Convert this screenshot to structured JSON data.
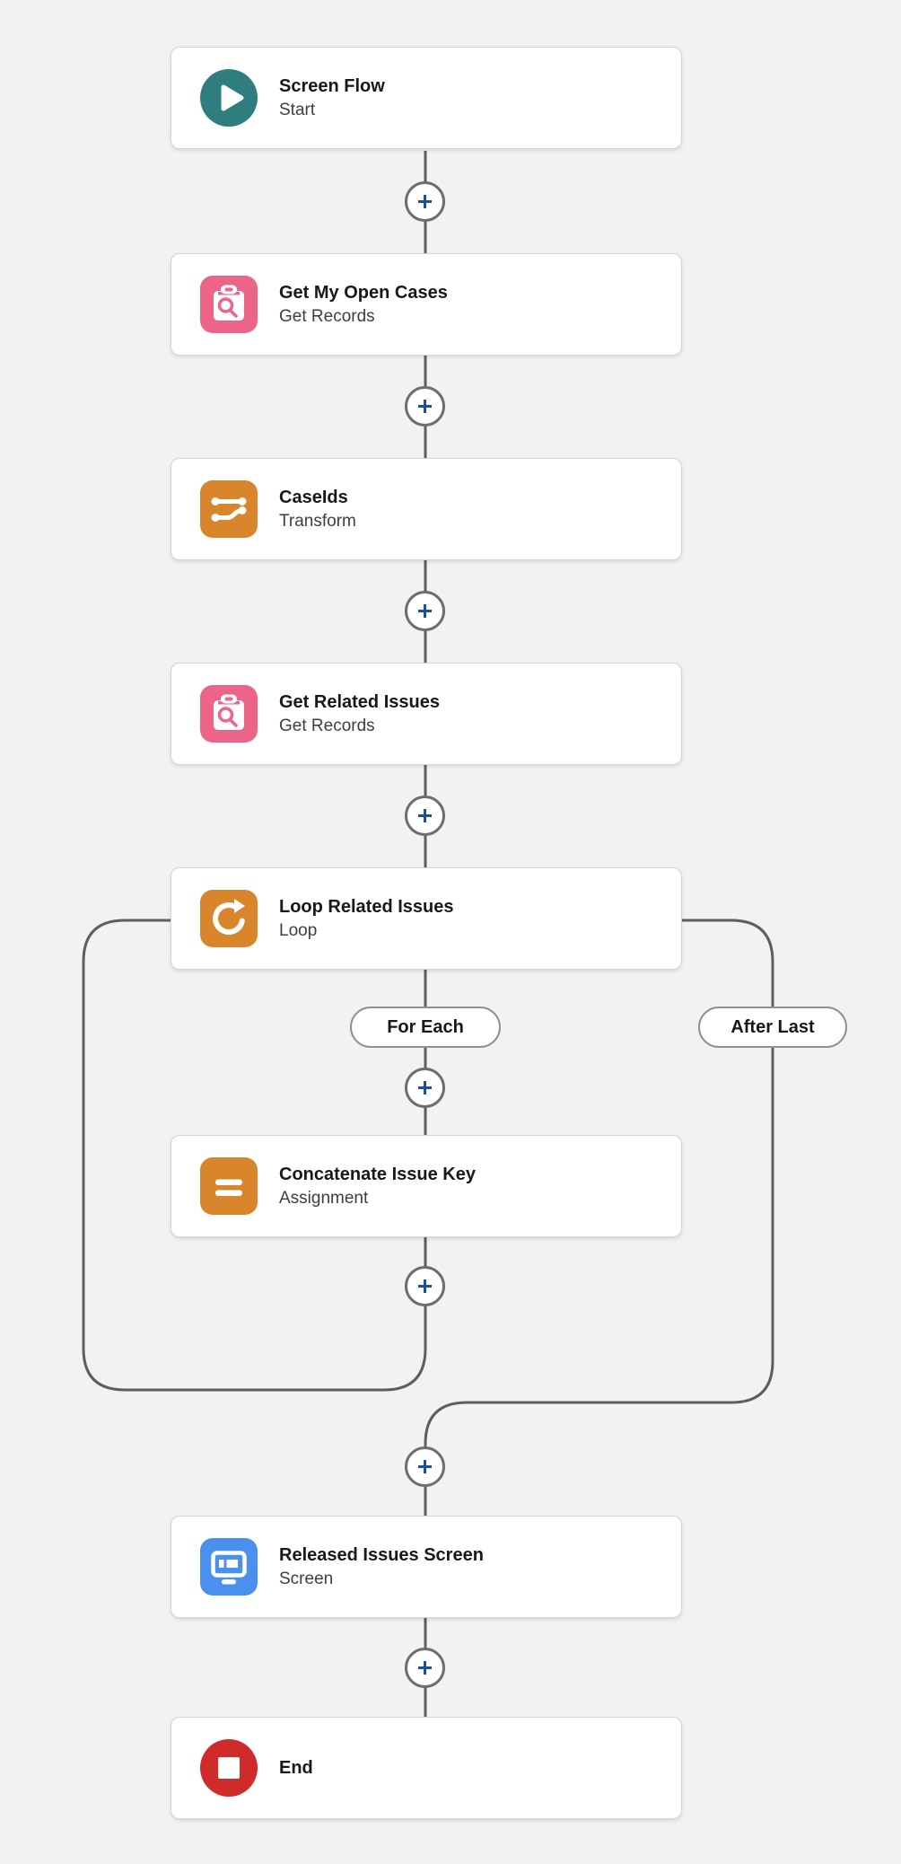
{
  "canvas": {
    "background_color": "#f2f2f1",
    "connector_color": "#5e5e5e",
    "plus_glyph_color": "#1b5297",
    "plus_ring_color": "#6e6e6e"
  },
  "nodes": [
    {
      "title": "Screen Flow",
      "subtitle": "Start",
      "icon": "play-icon",
      "color": "#2e7e80"
    },
    {
      "title": "Get My Open Cases",
      "subtitle": "Get Records",
      "icon": "record-lookup-icon",
      "color": "#ec6488"
    },
    {
      "title": "CaseIds",
      "subtitle": "Transform",
      "icon": "transform-icon",
      "color": "#d8852b"
    },
    {
      "title": "Get Related Issues",
      "subtitle": "Get Records",
      "icon": "record-lookup-icon",
      "color": "#ec6488"
    },
    {
      "title": "Loop Related Issues",
      "subtitle": "Loop",
      "icon": "loop-icon",
      "color": "#d8852b"
    },
    {
      "title": "Concatenate Issue Key",
      "subtitle": "Assignment",
      "icon": "assignment-icon",
      "color": "#d8852b"
    },
    {
      "title": "Released Issues Screen",
      "subtitle": "Screen",
      "icon": "screen-icon",
      "color": "#4a90ee"
    },
    {
      "title": "End",
      "subtitle": "",
      "icon": "stop-icon",
      "color": "#d02b2b"
    }
  ],
  "branches": {
    "for_each": "For Each",
    "after_last": "After Last"
  }
}
